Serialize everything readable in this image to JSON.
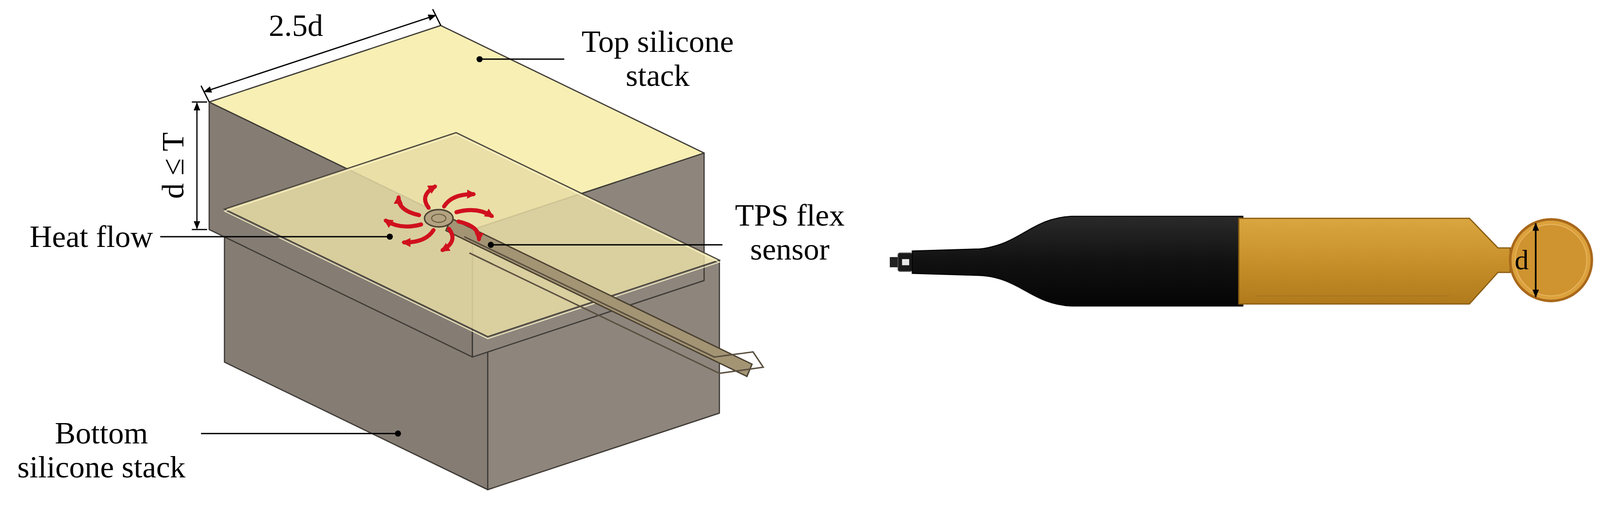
{
  "diagram": {
    "labels": [
      "2.5d",
      "d ≤ T",
      "Top silicone stack",
      "Heat flow",
      "TPS flex sensor",
      "Bottom silicone stack",
      "d"
    ]
  }
}
